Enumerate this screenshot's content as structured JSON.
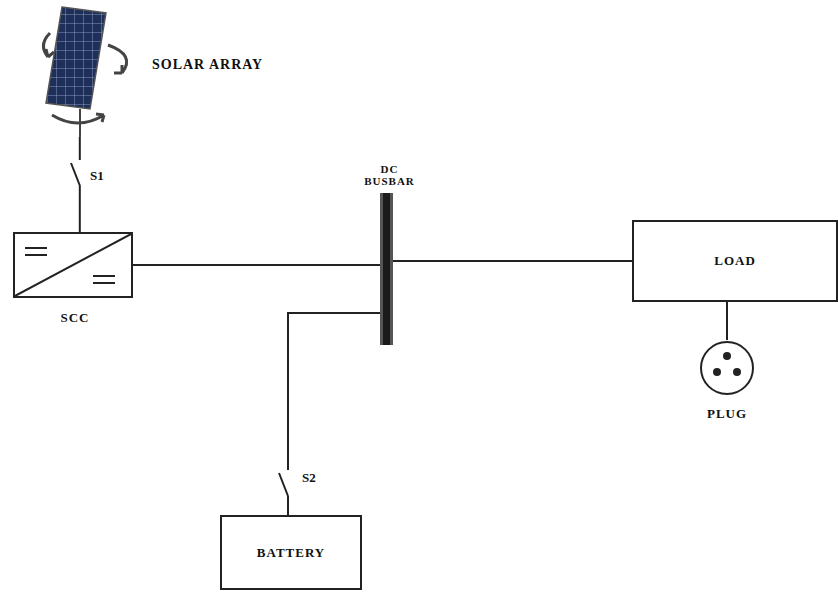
{
  "diagram": {
    "nodes": [
      {
        "text": [
          "SOLAR ARRAY"
        ]
      },
      {
        "text": [
          "SCC"
        ]
      },
      {
        "text": [
          "DC BUSBAR"
        ]
      },
      {
        "text": [
          "LOAD"
        ]
      },
      {
        "text": [
          "PLUG"
        ]
      },
      {
        "text": [
          "BATTERY"
        ]
      }
    ],
    "edges": [
      {
        "from": 0,
        "to": 1,
        "arrow": "none"
      },
      {
        "from": 1,
        "to": 2,
        "arrow": "none"
      },
      {
        "from": 2,
        "to": 3,
        "arrow": "none"
      },
      {
        "from": 3,
        "to": 4,
        "arrow": "none"
      },
      {
        "from": 5,
        "to": 2,
        "arrow": "none"
      }
    ],
    "labels": [
      "S1",
      "S2"
    ]
  }
}
